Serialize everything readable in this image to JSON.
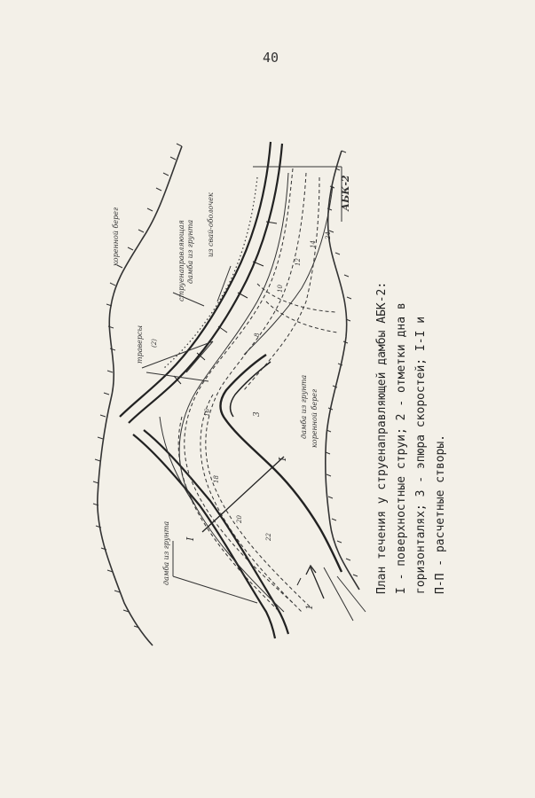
{
  "page": {
    "number": "40"
  },
  "figure": {
    "labels": {
      "korennoy_bereg_left": "коренной берег",
      "korennoy_bereg_right": "коренной берег",
      "strujenapravlyayushchaya": "струенаправляющая",
      "damba_iz_grunta_top": "дамба из грунта",
      "iz_svay_obolochek": "из свай-оболочек",
      "proverks": "траверсы",
      "damba_iz_grunta_right": "дамба из грунта",
      "damba_iz_grunta_bottom": "дамба из грунта",
      "abk": "АБК-2",
      "section_I_left": "I",
      "section_I_right": "I",
      "marker_2": "(2)",
      "marker_3": "3",
      "num_1": "1"
    },
    "contour_marks": [
      "8",
      "10",
      "12",
      "14",
      "16",
      "18",
      "20",
      "22",
      "24"
    ]
  },
  "caption": {
    "line1": "План течения у струенаправляющей дамбы АБК-2:",
    "line2": "I - поверхностные струи; 2 - отметки дна в",
    "line3": "горизонталях; 3 - эпюра скоростей; I-I и",
    "line4": "П-П - расчетные створы."
  }
}
